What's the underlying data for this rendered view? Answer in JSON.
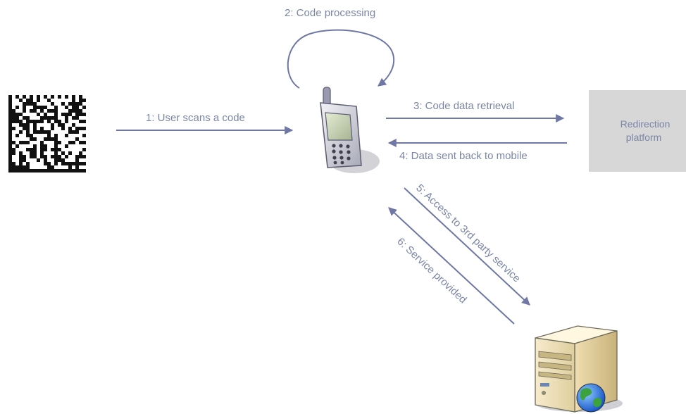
{
  "steps": {
    "step1": "1: User scans a code",
    "step2": "2: Code processing",
    "step3": "3: Code data retrieval",
    "step4": "4: Data sent back to mobile",
    "step5": "5: Access to 3rd party service",
    "step6": "6: Service provided"
  },
  "redirection_box": {
    "line1": "Redirection",
    "line2": "platform"
  },
  "icons": {
    "code": "datamatrix-code-icon",
    "phone": "mobile-phone-icon",
    "server": "web-server-icon"
  },
  "colors": {
    "arrow": "#6e77a6",
    "label_text": "#7b86a6",
    "redirection_box": "#d7d7d7"
  }
}
